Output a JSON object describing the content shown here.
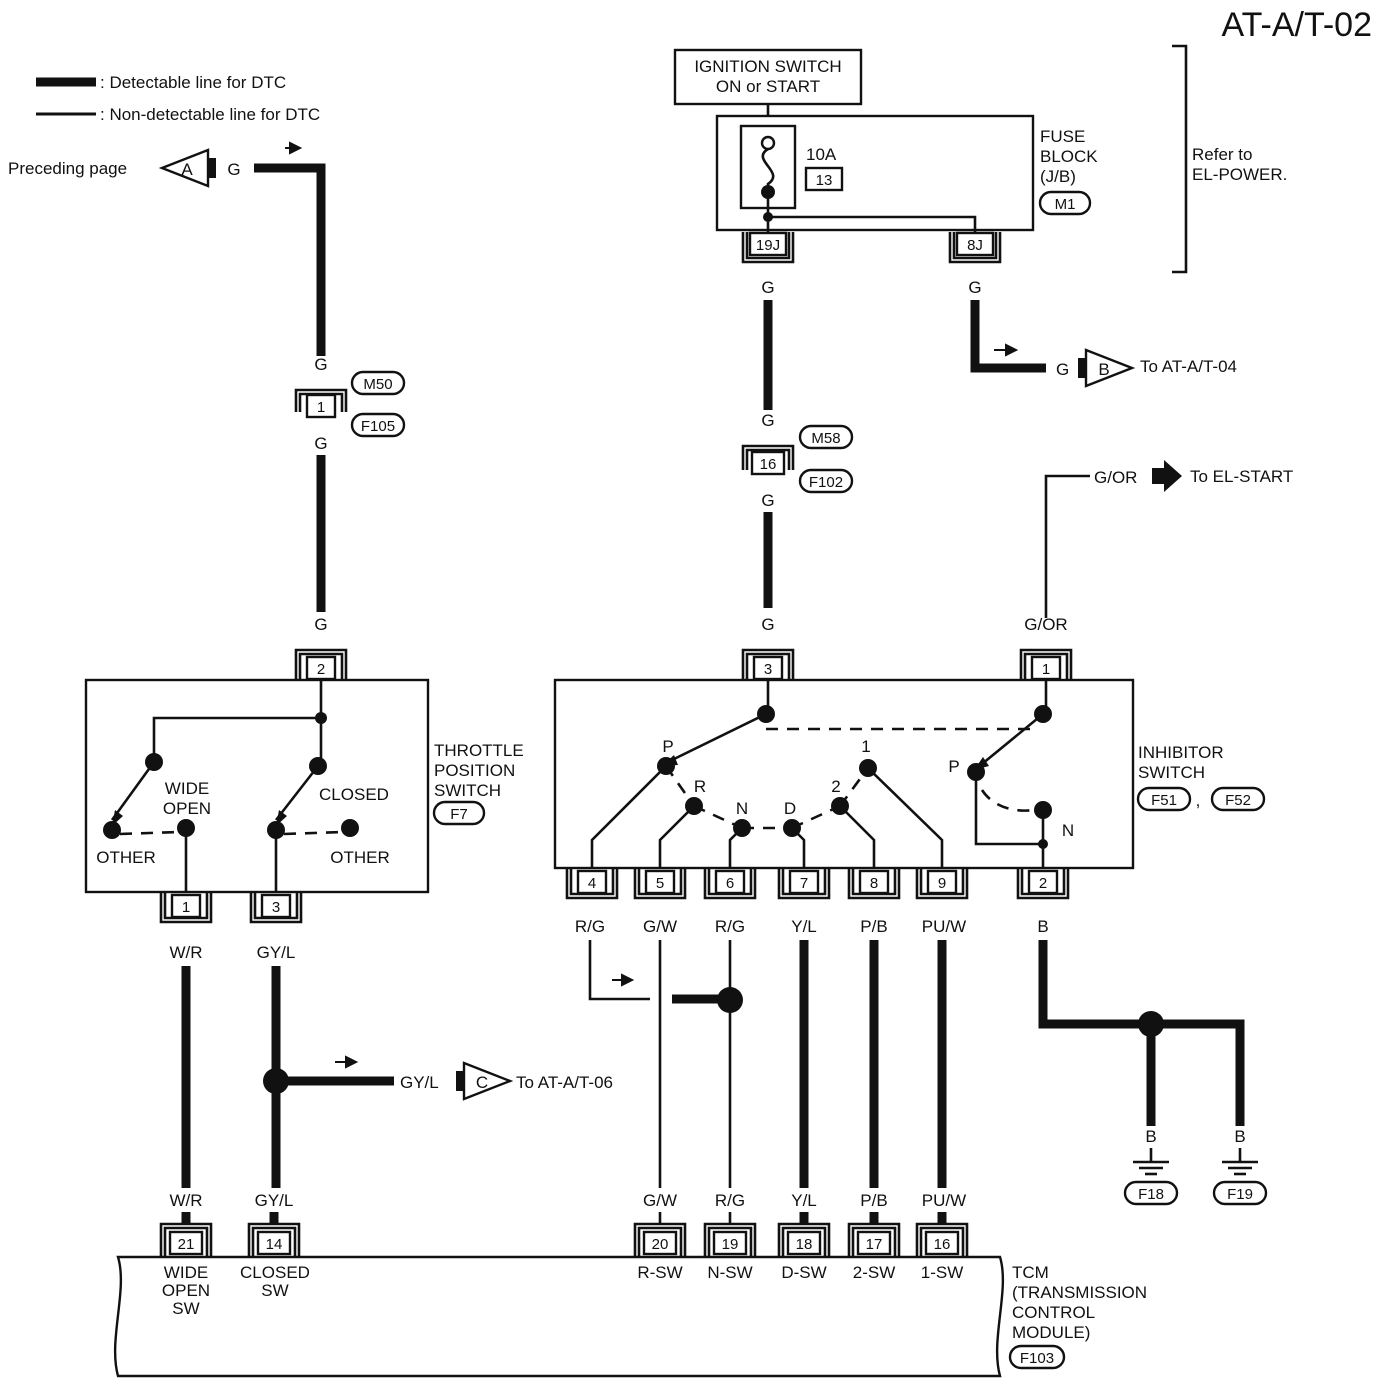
{
  "title": "AT-A/T-02",
  "legend": {
    "detectable": ": Detectable line for DTC",
    "non_detectable": ": Non-detectable line for DTC"
  },
  "ignition": {
    "line1": "IGNITION SWITCH",
    "line2": "ON or START"
  },
  "fuse_block": {
    "line1": "FUSE",
    "line2": "BLOCK",
    "line3": "(J/B)",
    "connector": "M1",
    "fuse_rating": "10A",
    "fuse_number": "13",
    "terminal_a": "19J",
    "terminal_b": "8J"
  },
  "refer": {
    "line1": "Refer to",
    "line2": "EL-POWER."
  },
  "offpage": {
    "preceding_text": "Preceding page",
    "a_letter": "A",
    "a_wire": "G",
    "b_letter": "B",
    "b_wire": "G",
    "b_text": "To AT-A/T-04",
    "c_letter": "C",
    "c_wire": "GY/L",
    "c_text": "To AT-A/T-06",
    "elstart_wire": "G/OR",
    "elstart_text": "To EL-START"
  },
  "joint_left": {
    "wire_top": "G",
    "pin": "1",
    "conn_top": "M50",
    "conn_bottom": "F105",
    "wire_bottom": "G"
  },
  "joint_mid": {
    "wire_top": "G",
    "pin": "16",
    "conn_top": "M58",
    "conn_bottom": "F102",
    "wire_bottom": "G"
  },
  "fuse_wires": {
    "w19j": "G",
    "w8j": "G"
  },
  "throttle": {
    "line1": "THROTTLE",
    "line2": "POSITION",
    "line3": "SWITCH",
    "connector": "F7",
    "wire_in": "G",
    "pin_in": "2",
    "wide": "WIDE",
    "open": "OPEN",
    "closed": "CLOSED",
    "other_left": "OTHER",
    "other_right": "OTHER",
    "pin_1": "1",
    "pin_3": "3",
    "wire_1": "W/R",
    "wire_3": "GY/L"
  },
  "inhibitor": {
    "line1": "INHIBITOR",
    "line2": "SWITCH",
    "conn_a": "F51",
    "conn_b": "F52",
    "comma": ",",
    "wire_in3": "G",
    "pin_in3": "3",
    "wire_in1": "G/OR",
    "pin_in1": "1",
    "pos_p": "P",
    "pos_r": "R",
    "pos_n": "N",
    "pos_d": "D",
    "pos_2": "2",
    "pos_1": "1",
    "pos_p2": "P",
    "pos_n2": "N",
    "pins": [
      "4",
      "5",
      "6",
      "7",
      "8",
      "9",
      "2"
    ],
    "wires": [
      "R/G",
      "G/W",
      "R/G",
      "Y/L",
      "P/B",
      "PU/W",
      "B"
    ]
  },
  "grounds": {
    "wire_a": "B",
    "conn_a": "F18",
    "wire_b": "B",
    "conn_b": "F19"
  },
  "tcm": {
    "line1": "TCM",
    "line2": "(TRANSMISSION",
    "line3": "CONTROL",
    "line4": "MODULE)",
    "connector": "F103",
    "wires": [
      "W/R",
      "GY/L",
      "G/W",
      "R/G",
      "Y/L",
      "P/B",
      "PU/W"
    ],
    "pins": [
      "21",
      "14",
      "20",
      "19",
      "18",
      "17",
      "16"
    ],
    "label_wide": "WIDE",
    "label_open": "OPEN",
    "label_sw": "SW",
    "label_closed": "CLOSED",
    "label_closed_sw": "SW",
    "label_r": "R-SW",
    "label_n": "N-SW",
    "label_d": "D-SW",
    "label_2": "2-SW",
    "label_1": "1-SW"
  }
}
